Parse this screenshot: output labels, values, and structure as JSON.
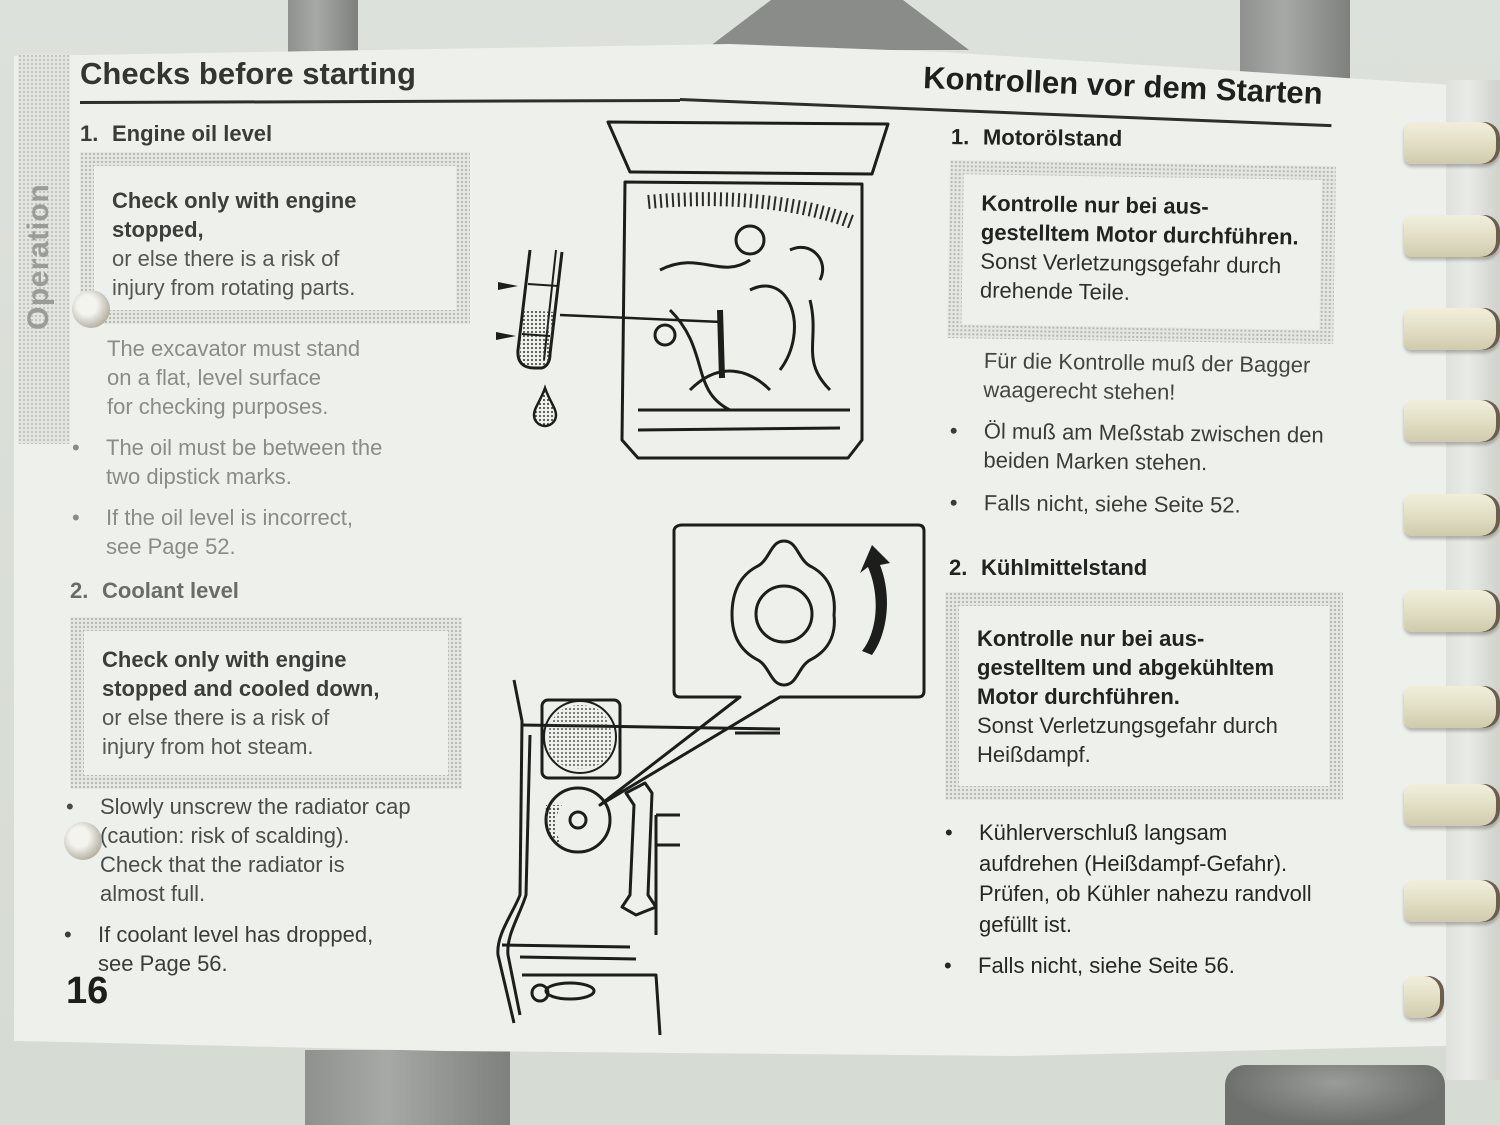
{
  "page": {
    "side_tab": "Operation",
    "page_number": "16",
    "colors": {
      "paper": "#eef0eb",
      "ink": "#2b2d2a",
      "screen": "#b4b7b1",
      "coil": "#e4e1c8"
    }
  },
  "english": {
    "title": "Checks before starting",
    "section1": {
      "number": "1.",
      "heading": "Engine oil level",
      "warning_strong": [
        "Check only with engine",
        "stopped,"
      ],
      "warning_text": [
        "or else there is a risk of",
        "injury from rotating parts."
      ],
      "note": [
        "The excavator must stand",
        "on a flat, level surface",
        "for checking purposes."
      ],
      "bullets": [
        [
          "The oil must be between the",
          "two dipstick marks."
        ],
        [
          "If the oil level is incorrect,",
          "see Page 52."
        ]
      ]
    },
    "section2": {
      "number": "2.",
      "heading": "Coolant level",
      "warning_strong": [
        "Check only with engine",
        "stopped and cooled down,"
      ],
      "warning_text": [
        "or else there is a risk of",
        "injury from hot steam."
      ],
      "bullets": [
        [
          "Slowly unscrew the radiator cap",
          "(caution: risk of scalding).",
          "Check that the radiator is",
          "almost full."
        ],
        [
          "If coolant level has dropped,",
          "see Page 56."
        ]
      ]
    }
  },
  "german": {
    "title": "Kontrollen vor dem Starten",
    "section1": {
      "number": "1.",
      "heading": "Motorölstand",
      "warning_strong": [
        "Kontrolle nur bei aus-",
        "gestelltem Motor durchführen."
      ],
      "warning_text": [
        "Sonst Verletzungsgefahr durch",
        "drehende Teile."
      ],
      "note": [
        "Für die Kontrolle muß der Bagger",
        "waagerecht stehen!"
      ],
      "bullets": [
        [
          "Öl muß am Meßstab zwischen den",
          "beiden Marken stehen."
        ],
        [
          "Falls nicht, siehe Seite 52."
        ]
      ]
    },
    "section2": {
      "number": "2.",
      "heading": "Kühlmittelstand",
      "warning_strong": [
        "Kontrolle nur bei aus-",
        "gestelltem und abgekühltem",
        "Motor durchführen."
      ],
      "warning_text": [
        "Sonst Verletzungsgefahr durch",
        "Heißdampf."
      ],
      "bullets": [
        [
          "Kühlerverschluß langsam",
          "aufdrehen (Heißdampf-Gefahr).",
          "Prüfen, ob Kühler nahezu randvoll",
          "gefüllt ist."
        ],
        [
          "Falls nicht, siehe Seite 56."
        ]
      ]
    }
  },
  "illustrations": {
    "engine_dipstick": "engine-compartment-with-dipstick-illustration",
    "radiator_cap": "radiator-cap-turn-counterclockwise-illustration"
  }
}
